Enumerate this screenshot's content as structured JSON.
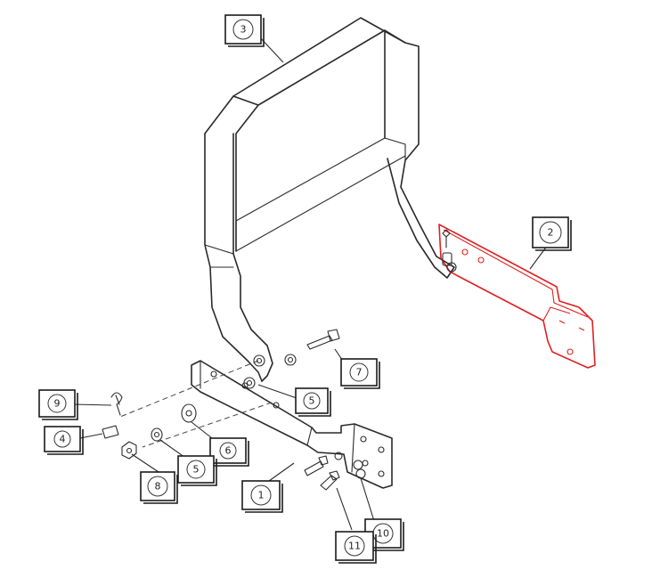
{
  "diagram": {
    "type": "exploded-parts-view",
    "colors": {
      "line": "#2a2a2a",
      "highlight": "#e02020",
      "background": "#ffffff"
    },
    "highlighted_part": "2",
    "callouts": [
      {
        "id": "c3",
        "number": "3"
      },
      {
        "id": "c2",
        "number": "2"
      },
      {
        "id": "c7",
        "number": "7"
      },
      {
        "id": "c5a",
        "number": "5"
      },
      {
        "id": "c9",
        "number": "9"
      },
      {
        "id": "c4",
        "number": "4"
      },
      {
        "id": "c6",
        "number": "6"
      },
      {
        "id": "c5b",
        "number": "5"
      },
      {
        "id": "c8",
        "number": "8"
      },
      {
        "id": "c1",
        "number": "1"
      },
      {
        "id": "c10",
        "number": "10"
      },
      {
        "id": "c11",
        "number": "11"
      }
    ]
  }
}
